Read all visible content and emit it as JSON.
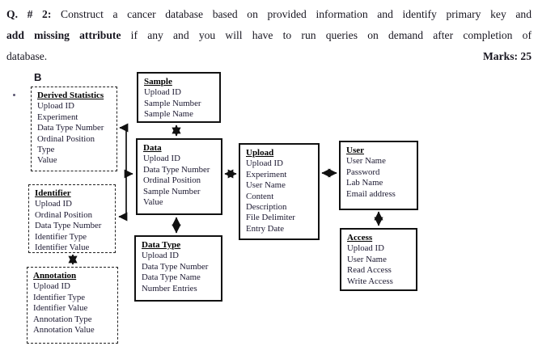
{
  "question": {
    "q_label": "Q. # 2:",
    "line1_rest": " Construct a cancer database based on provided information and identify primary key and",
    "line2_bold": "add missing attribute",
    "line2_rest": " if any and you will have to run queries on demand after completion of",
    "line3": "database.",
    "marks": "Marks: 25"
  },
  "section_label": "B",
  "entities": [
    {
      "title": "Derived Statistics",
      "border": "dashed",
      "attributes": [
        "Upload ID",
        "Experiment",
        "Data Type Number",
        "Ordinal Position",
        "Type",
        "Value"
      ]
    },
    {
      "title": "Identifier",
      "border": "dashed",
      "attributes": [
        "Upload ID",
        "Ordinal Position",
        "Data Type Number",
        "Identifier Type",
        "Identifier Value"
      ]
    },
    {
      "title": "Annotation",
      "border": "dashed",
      "attributes": [
        "Upload ID",
        "Identifier Type",
        "Identifier Value",
        "Annotation Type",
        "Annotation Value"
      ]
    },
    {
      "title": "Sample",
      "border": "solid",
      "attributes": [
        "Upload ID",
        "Sample Number",
        "Sample Name"
      ]
    },
    {
      "title": "Data",
      "border": "solid",
      "attributes": [
        "Upload ID",
        "Data Type Number",
        "Ordinal Position",
        "Sample Number",
        "Value"
      ]
    },
    {
      "title": "Data Type",
      "border": "solid",
      "attributes": [
        "Upload ID",
        "Data Type Number",
        "Data Type Name",
        "Number Entries"
      ]
    },
    {
      "title": "Upload",
      "border": "solid",
      "attributes": [
        "Upload ID",
        "Experiment",
        "User Name",
        "Content",
        "Description",
        "File Delimiter",
        "Entry Date"
      ]
    },
    {
      "title": "User",
      "border": "solid",
      "attributes": [
        "User Name",
        "Password",
        "Lab Name",
        "Email address"
      ]
    },
    {
      "title": "Access",
      "border": "solid",
      "attributes": [
        "Upload ID",
        "User Name",
        "Read Access",
        "Write Access"
      ]
    }
  ],
  "connectors": [
    "sample-data",
    "data-datatype",
    "data-upload",
    "upload-user",
    "user-access",
    "identifier-annotation",
    "derived-identifier-data-bracket"
  ],
  "colors": {
    "ink": "#17151f",
    "line": "#111111",
    "background": "#ffffff"
  }
}
